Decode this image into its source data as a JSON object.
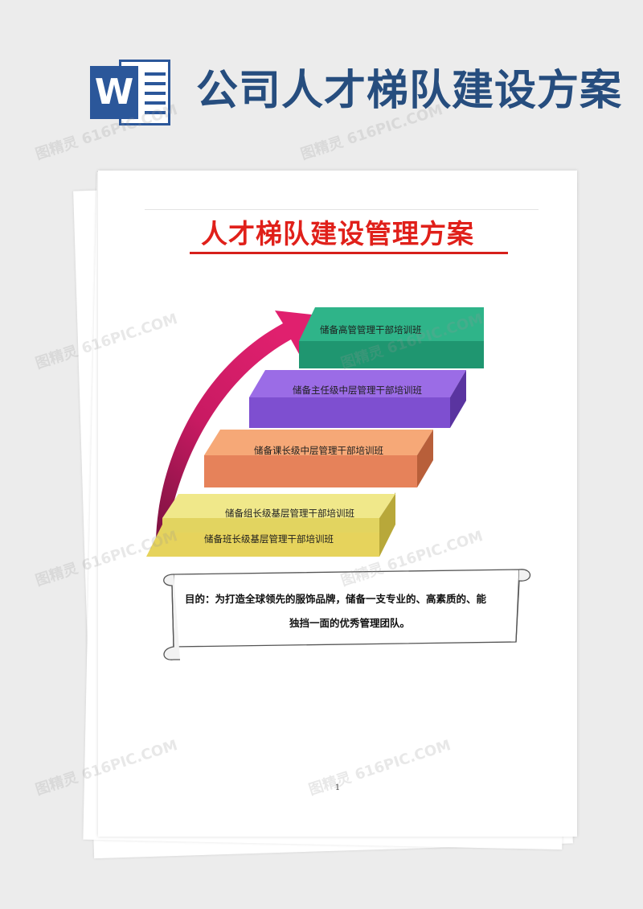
{
  "header": {
    "app_icon": "word-icon",
    "app_icon_letter": "W",
    "title": "公司人才梯队建设方案"
  },
  "document": {
    "title": "人才梯队建设管理方案",
    "steps": [
      {
        "label": "储备高管管理干部培训班",
        "color": "#2aa67e"
      },
      {
        "label": "储备主任级中层管理干部培训班",
        "color": "#8b5ad8"
      },
      {
        "label": "储备课长级中层管理干部培训班",
        "color": "#f59a63"
      },
      {
        "label": "储备组长级基层管理干部培训班",
        "color": "#ece07a"
      },
      {
        "label": "储备班长级基层管理干部培训班",
        "color": "#e2cf50"
      }
    ],
    "purpose_line1": "目的：为打造全球领先的服饰品牌，储备一支专业的、高素质的、能",
    "purpose_line2": "独挡一面的优秀管理团队。",
    "page_number": "1"
  },
  "watermark": "图精灵 616PIC.COM",
  "colors": {
    "header_title": "#264d7e",
    "doc_title": "#e0201a",
    "arrow": "#c81a62"
  }
}
